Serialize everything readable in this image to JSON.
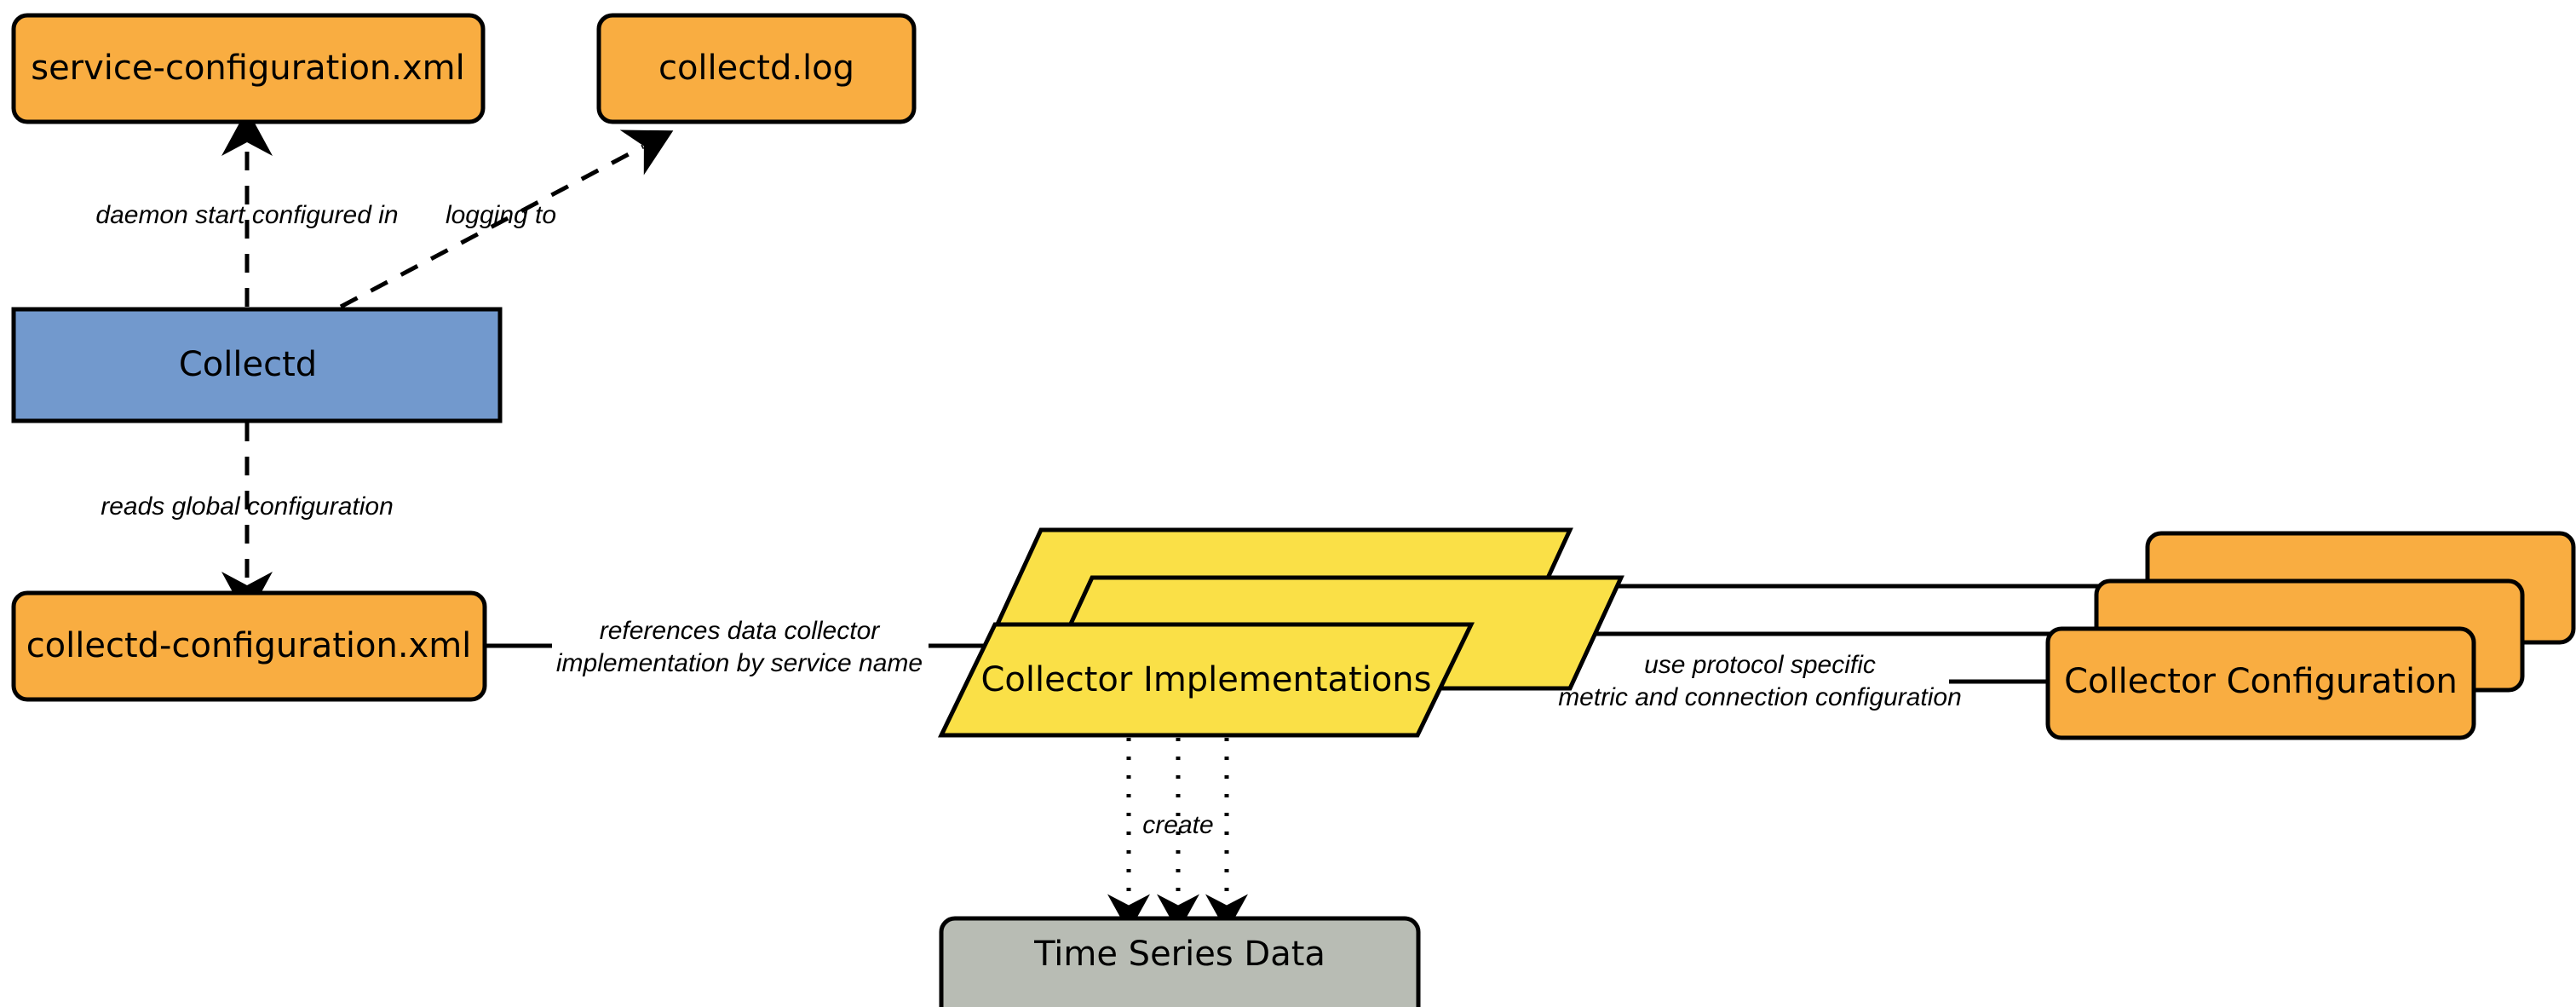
{
  "diagram": {
    "title": "Collectd architecture diagram",
    "background_color": "#ffffff",
    "palette": {
      "orange_fill": "#f9ad41",
      "blue_fill": "#7299cd",
      "yellow_fill": "#fae047",
      "gray_fill": "#b8bcb4",
      "stroke": "#000000",
      "text": "#000000"
    },
    "nodes": [
      {
        "id": "service-configuration-xml",
        "label": "service-configuration.xml",
        "shape": "rounded-rectangle",
        "fill": "#f9ad41"
      },
      {
        "id": "collectd-log",
        "label": "collectd.log",
        "shape": "rounded-rectangle",
        "fill": "#f9ad41"
      },
      {
        "id": "collectd",
        "label": "Collectd",
        "shape": "rectangle",
        "fill": "#7299cd"
      },
      {
        "id": "collectd-configuration-xml",
        "label": "collectd-configuration.xml",
        "shape": "rounded-rectangle",
        "fill": "#f9ad41"
      },
      {
        "id": "collector-implementations",
        "label": "Collector Implementations",
        "shape": "stacked-parallelogram",
        "fill": "#fae047",
        "stack_count": 3
      },
      {
        "id": "collector-configuration",
        "label": "Collector  Configuration",
        "shape": "stacked-rounded-rectangle",
        "fill": "#f9ad41",
        "stack_count": 3
      },
      {
        "id": "time-series-data",
        "label": "Time Series Data",
        "shape": "rounded-rectangle",
        "fill": "#b8bcb4"
      }
    ],
    "edges": [
      {
        "id": "daemon-start",
        "from": "collectd",
        "to": "service-configuration-xml",
        "style": "dashed",
        "arrow": "open",
        "label": "daemon start configured in"
      },
      {
        "id": "logging-to",
        "from": "collectd",
        "to": "collectd-log",
        "style": "dashed",
        "arrow": "open",
        "label": "logging to"
      },
      {
        "id": "reads-global-configuration",
        "from": "collectd",
        "to": "collectd-configuration-xml",
        "style": "dashed",
        "arrow": "open",
        "label": "reads global configuration"
      },
      {
        "id": "references-data-collector",
        "from": "collectd-configuration-xml",
        "to": "collector-implementations",
        "style": "solid",
        "arrow": "none",
        "label_line_1": "references data collector",
        "label_line_2": "implementation by service name"
      },
      {
        "id": "use-protocol-specific",
        "from": "collector-implementations",
        "to": "collector-configuration",
        "style": "solid",
        "arrow": "none",
        "label_line_1": "use protocol specific",
        "label_line_2": "metric and connection configuration"
      },
      {
        "id": "create",
        "from": "collector-implementations",
        "to": "time-series-data",
        "style": "dotted",
        "arrow": "filled",
        "label": "create"
      }
    ]
  }
}
